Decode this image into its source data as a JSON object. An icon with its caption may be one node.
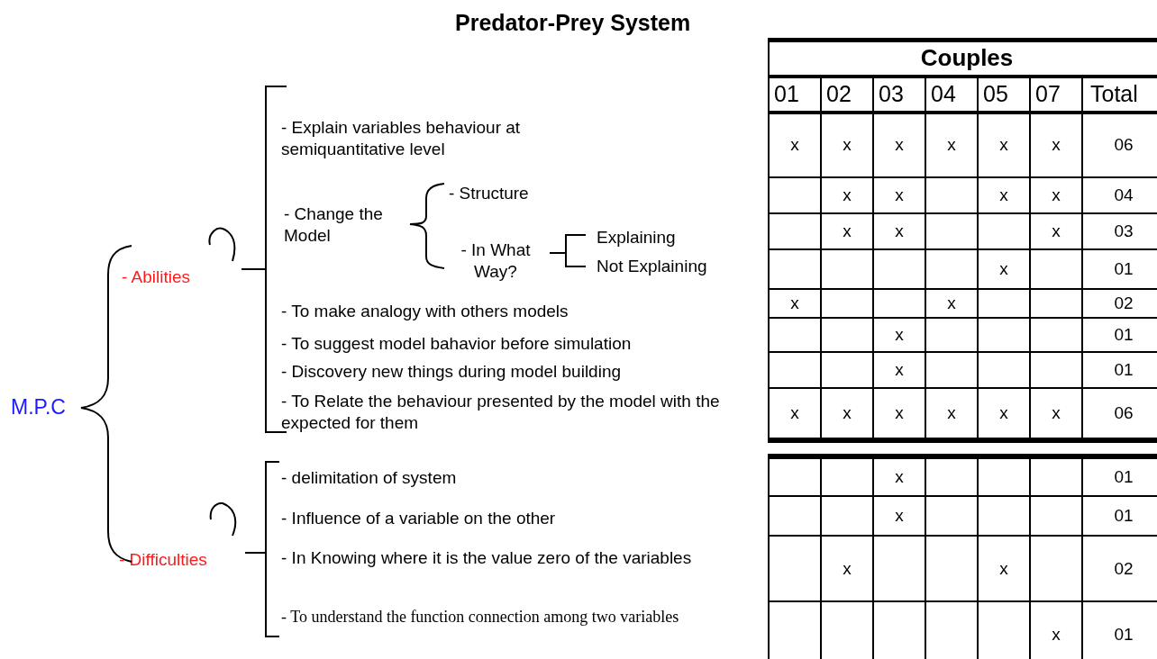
{
  "diagram": {
    "title": "Predator-Prey System",
    "labels": [
      "M.P.C",
      "- Abilities",
      "- Explain variables behaviour at semiquantitative level",
      "- Change the Model",
      "- Structure",
      "- In What Way?",
      "Explaining",
      "Not Explaining",
      "- To make analogy with others models",
      "- To suggest model bahavior before simulation",
      "- Discovery new things during model building",
      "- To Relate the behaviour presented by the model with the expected for them",
      "- Difficulties",
      "- delimitation of system",
      "- Influence of a variable on the other",
      "- In Knowing where it is the value zero of the variables",
      "- To understand the function connection among two variables",
      "Couples",
      "01",
      "02",
      "03",
      "04",
      "05",
      "07",
      "Total",
      "x",
      "x",
      "x",
      "x",
      "x",
      "x",
      "06",
      "x",
      "x",
      "x",
      "x",
      "04",
      "x",
      "x",
      "x",
      "03",
      "x",
      "01",
      "x",
      "x",
      "02",
      "x",
      "01",
      "x",
      "01",
      "x",
      "x",
      "x",
      "x",
      "x",
      "x",
      "06",
      "x",
      "01",
      "x",
      "01",
      "x",
      "x",
      "02",
      "x",
      "01"
    ]
  }
}
